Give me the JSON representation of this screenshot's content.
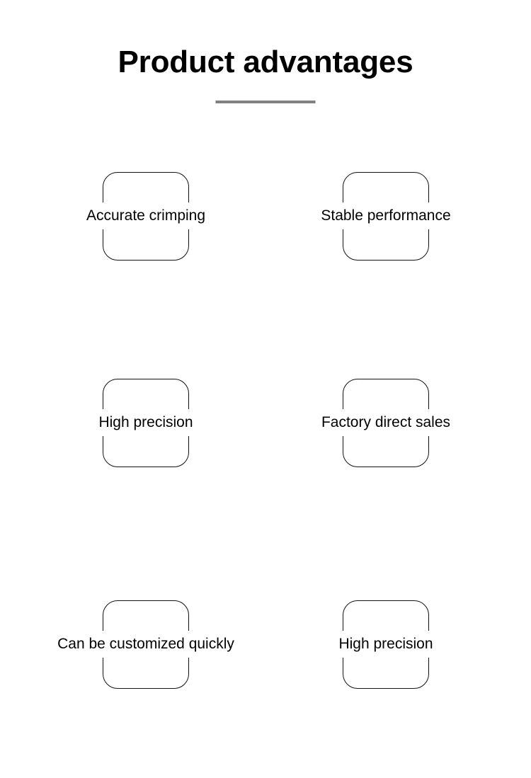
{
  "header": {
    "title": "Product advantages",
    "divider_color": "#808080"
  },
  "theme": {
    "background": "#ffffff",
    "text_color": "#000000",
    "box_border_color": "#121212",
    "divider_color": "#808080"
  },
  "advantages": {
    "items": [
      {
        "label": "Accurate crimping",
        "column": "left",
        "row": 1
      },
      {
        "label": "Stable performance",
        "column": "right",
        "row": 1
      },
      {
        "label": "High precision",
        "column": "left",
        "row": 2
      },
      {
        "label": "Factory direct sales",
        "column": "right",
        "row": 2
      },
      {
        "label": "Can be customized quickly",
        "column": "left",
        "row": 3
      },
      {
        "label": "High precision",
        "column": "right",
        "row": 3
      }
    ]
  }
}
